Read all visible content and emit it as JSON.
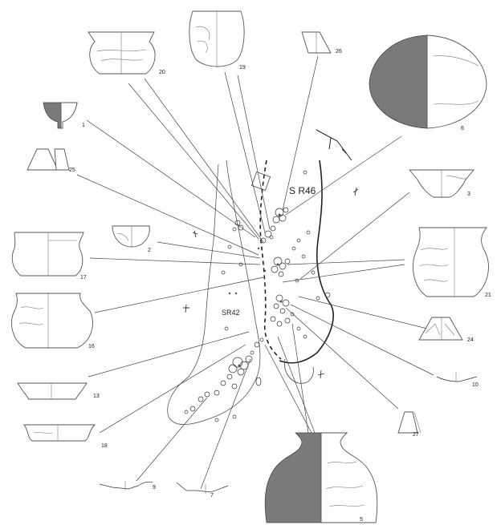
{
  "features": {
    "sr46": "S R46",
    "sr42": "SR42"
  },
  "vessel_numbers": {
    "n1": "1",
    "n2": "2",
    "n3": "3",
    "n5": "5",
    "n6": "6",
    "n7": "7",
    "n9": "9",
    "n10": "10",
    "n13": "13",
    "n16": "16",
    "n17": "17",
    "n18": "18",
    "n19": "19",
    "n20": "20",
    "n21": "21",
    "n24": "24",
    "n25": "25",
    "n26": "26",
    "n27": "27"
  },
  "icons": {
    "north": "north-arrow-icon",
    "datum": "survey-mark-icon"
  }
}
